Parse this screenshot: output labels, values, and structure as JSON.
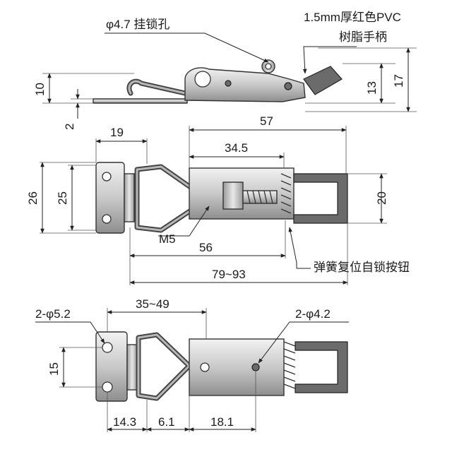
{
  "callouts": {
    "hang_hole": "φ4.7 挂锁孔",
    "handle_line1": "1.5mm厚红色PVC",
    "handle_line2": "树脂手柄",
    "thread": "M5",
    "reset_button": "弹簧复位自锁按钮",
    "mount_holes_left": "2-φ5.2",
    "mount_holes_right": "2-φ4.2"
  },
  "side_view": {
    "dim_height_total": "17",
    "dim_height_handle": "13",
    "dim_height_base": "10",
    "dim_thickness": "2"
  },
  "top_view": {
    "dim_19": "19",
    "dim_57": "57",
    "dim_34_5": "34.5",
    "dim_26": "26",
    "dim_25": "25",
    "dim_20": "20",
    "dim_56": "56",
    "dim_range_length": "79~93"
  },
  "bottom_view": {
    "dim_range_span": "35~49",
    "dim_15": "15",
    "dim_14_3": "14.3",
    "dim_6_1": "6.1",
    "dim_18_1": "18.1"
  }
}
